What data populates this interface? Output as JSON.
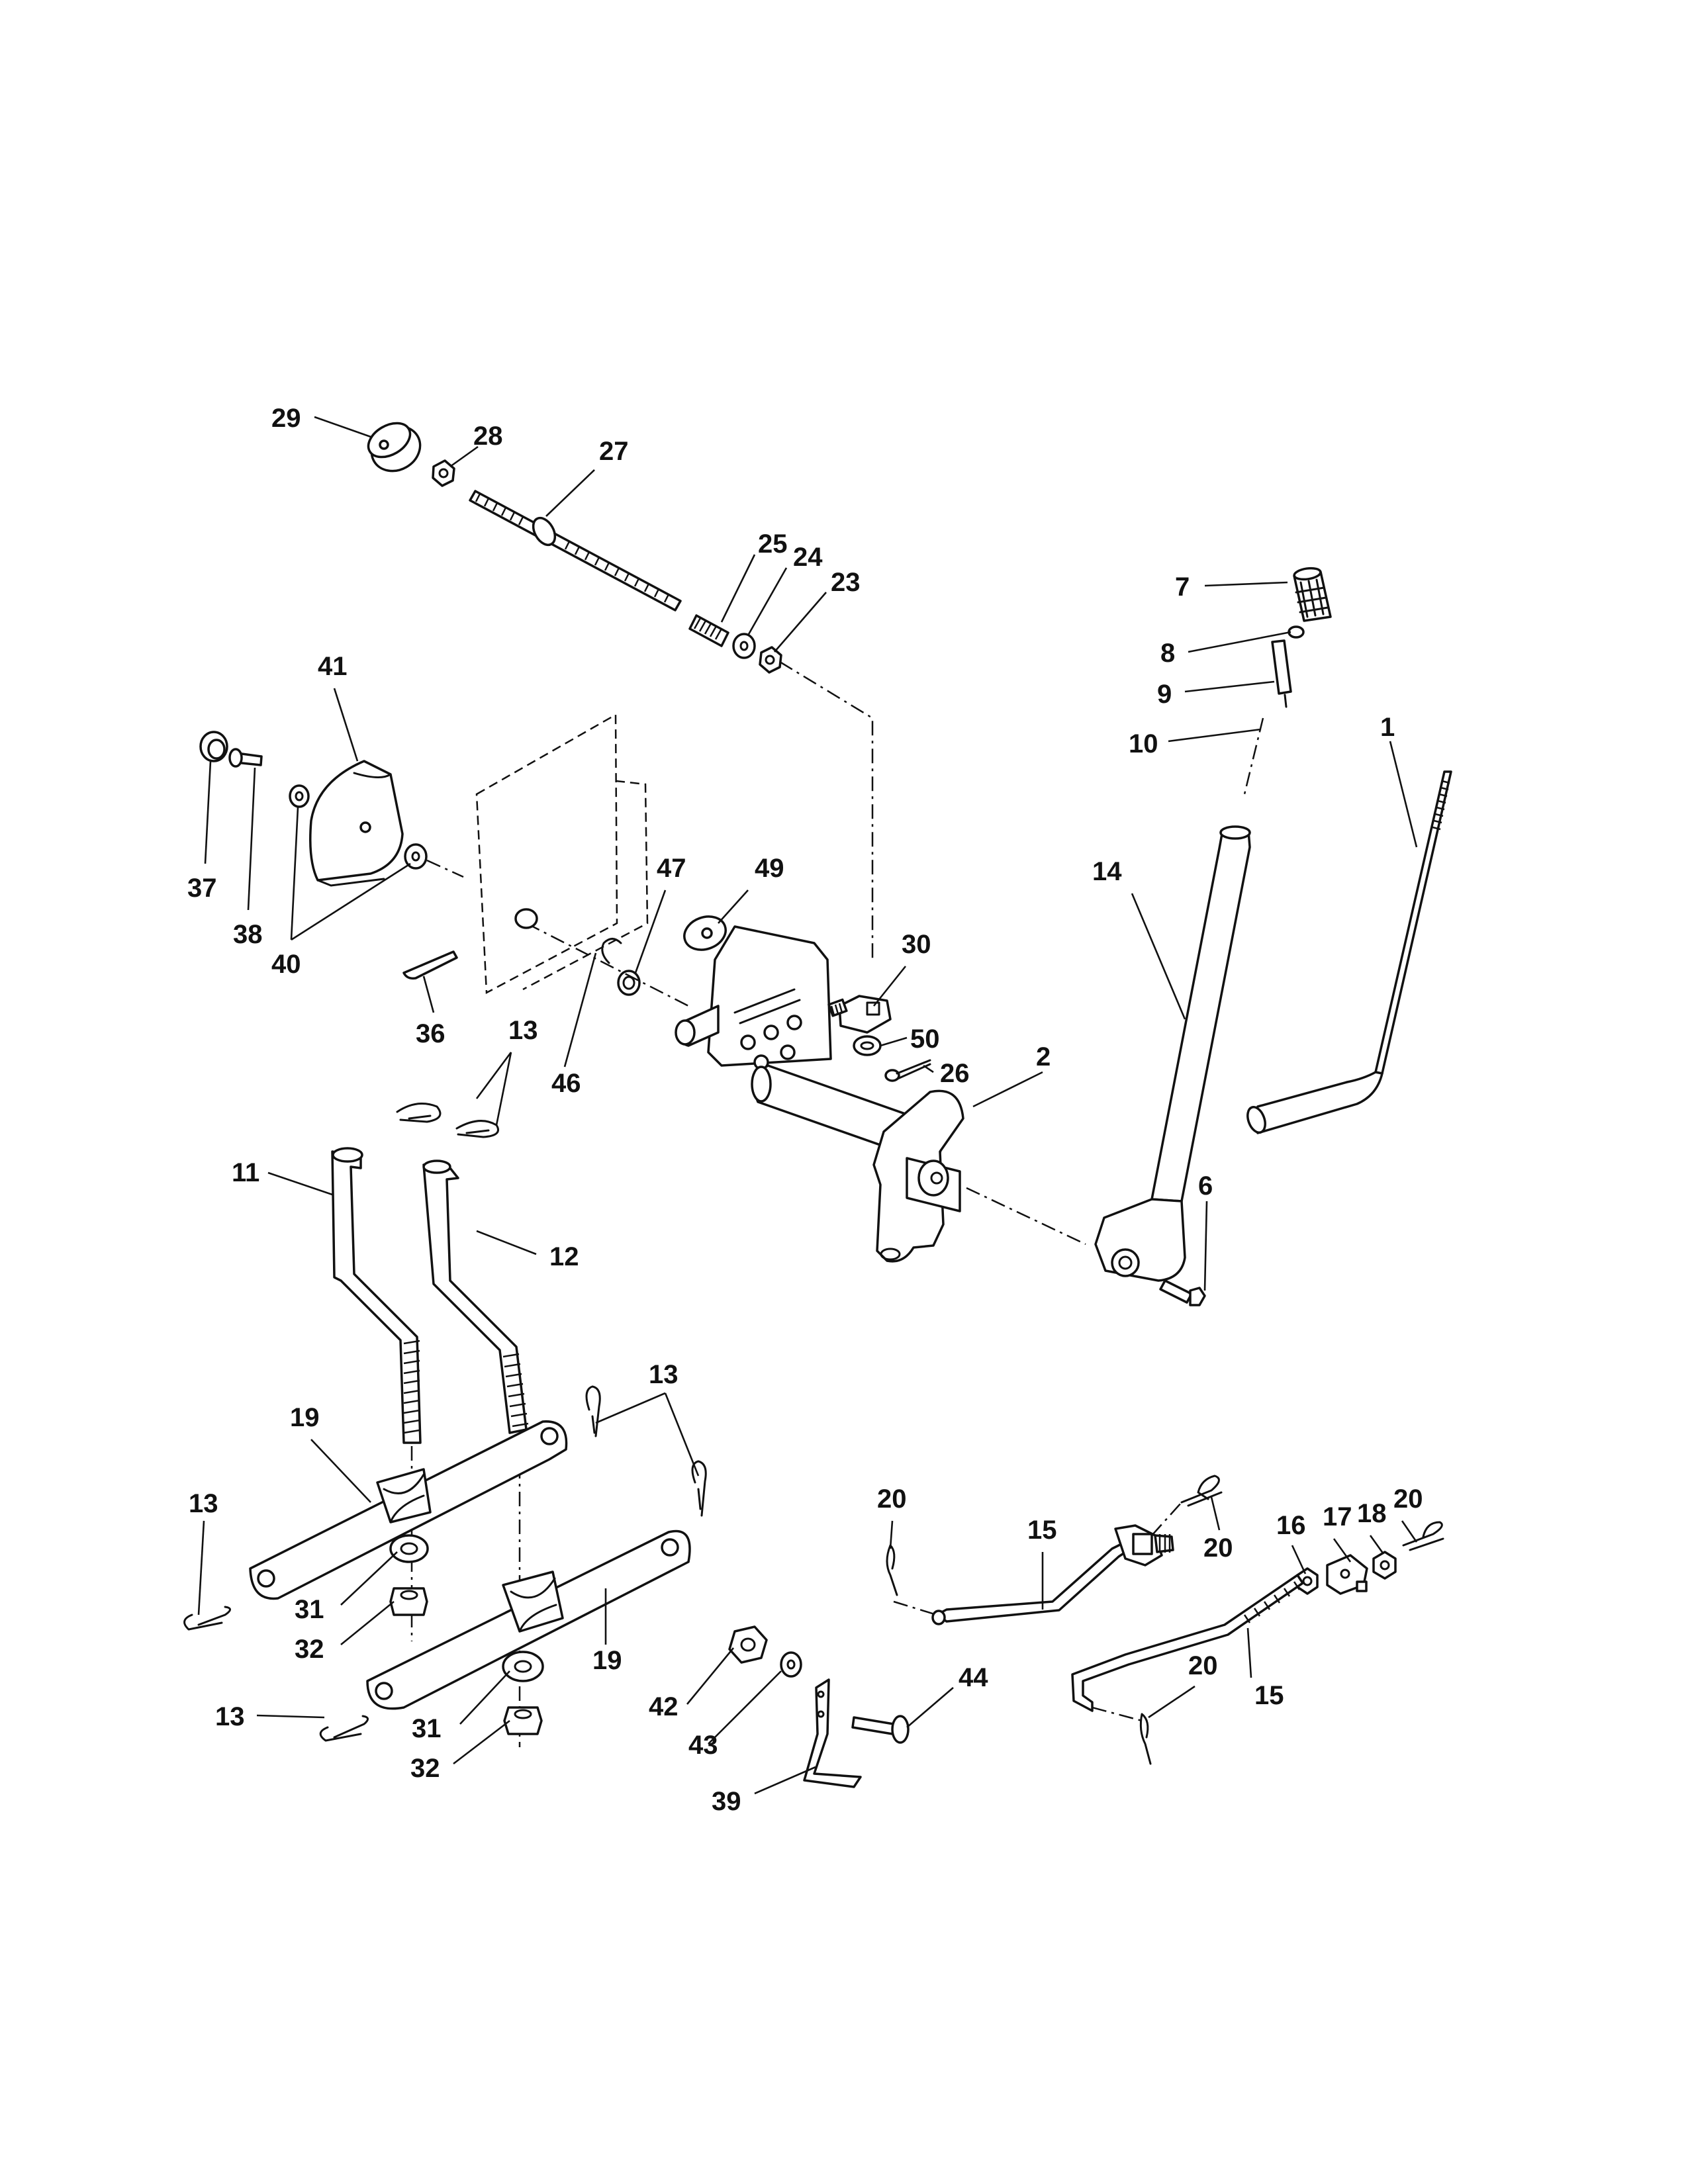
{
  "diagram": {
    "type": "exploded-parts-diagram",
    "callouts": [
      {
        "id": "c29",
        "text": "29"
      },
      {
        "id": "c28",
        "text": "28"
      },
      {
        "id": "c27",
        "text": "27"
      },
      {
        "id": "c25",
        "text": "25"
      },
      {
        "id": "c24",
        "text": "24"
      },
      {
        "id": "c23",
        "text": "23"
      },
      {
        "id": "c7",
        "text": "7"
      },
      {
        "id": "c8",
        "text": "8"
      },
      {
        "id": "c9",
        "text": "9"
      },
      {
        "id": "c10",
        "text": "10"
      },
      {
        "id": "c1",
        "text": "1"
      },
      {
        "id": "c41",
        "text": "41"
      },
      {
        "id": "c37",
        "text": "37"
      },
      {
        "id": "c38",
        "text": "38"
      },
      {
        "id": "c40",
        "text": "40"
      },
      {
        "id": "c47",
        "text": "47"
      },
      {
        "id": "c49",
        "text": "49"
      },
      {
        "id": "c30",
        "text": "30"
      },
      {
        "id": "c14",
        "text": "14"
      },
      {
        "id": "c36",
        "text": "36"
      },
      {
        "id": "c13a",
        "text": "13"
      },
      {
        "id": "c46",
        "text": "46"
      },
      {
        "id": "c50",
        "text": "50"
      },
      {
        "id": "c26",
        "text": "26"
      },
      {
        "id": "c2",
        "text": "2"
      },
      {
        "id": "c11",
        "text": "11"
      },
      {
        "id": "c12",
        "text": "12"
      },
      {
        "id": "c6",
        "text": "6"
      },
      {
        "id": "c13b",
        "text": "13"
      },
      {
        "id": "c19a",
        "text": "19"
      },
      {
        "id": "c13c",
        "text": "13"
      },
      {
        "id": "c31a",
        "text": "31"
      },
      {
        "id": "c32a",
        "text": "32"
      },
      {
        "id": "c19b",
        "text": "19"
      },
      {
        "id": "c13d",
        "text": "13"
      },
      {
        "id": "c31b",
        "text": "31"
      },
      {
        "id": "c32b",
        "text": "32"
      },
      {
        "id": "c20a",
        "text": "20"
      },
      {
        "id": "c15a",
        "text": "15"
      },
      {
        "id": "c20b",
        "text": "20"
      },
      {
        "id": "c17",
        "text": "17"
      },
      {
        "id": "c18",
        "text": "18"
      },
      {
        "id": "c20c",
        "text": "20"
      },
      {
        "id": "c16",
        "text": "16"
      },
      {
        "id": "c20d",
        "text": "20"
      },
      {
        "id": "c15b",
        "text": "15"
      },
      {
        "id": "c42",
        "text": "42"
      },
      {
        "id": "c43",
        "text": "43"
      },
      {
        "id": "c44",
        "text": "44"
      },
      {
        "id": "c39",
        "text": "39"
      }
    ]
  }
}
